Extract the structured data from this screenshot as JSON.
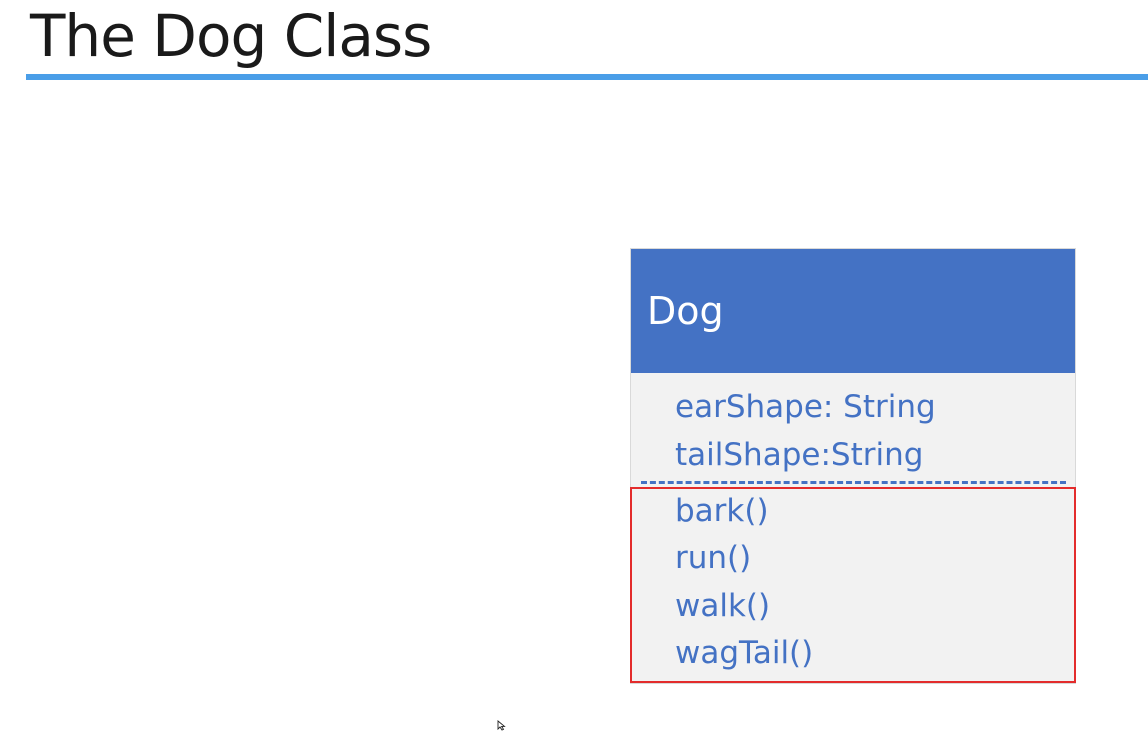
{
  "slide": {
    "title": "The Dog Class"
  },
  "uml_class": {
    "name": "Dog",
    "attributes": [
      "earShape: String",
      "tailShape:String"
    ],
    "methods": [
      "bark()",
      "run()",
      "walk()",
      "wagTail()"
    ]
  },
  "colors": {
    "title_rule": "#4a9ee8",
    "header_fill": "#4472c4",
    "body_fill": "#f2f2f2",
    "member_text": "#4472c4",
    "highlight_border": "#e32c2c"
  },
  "icons": {
    "cursor": "mouse-pointer-icon"
  }
}
